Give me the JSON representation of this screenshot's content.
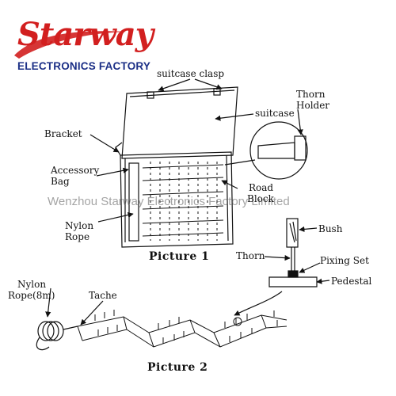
{
  "brand": {
    "name": "Starway",
    "subtitle": "ELECTRONICS FACTORY",
    "colors": {
      "wordmark": "#d21f1f",
      "subtitle": "#1b2f86"
    }
  },
  "watermark": "Wenzhou Starway Electronics Factory Limited",
  "picture1": {
    "caption": "Picture 1",
    "labels": {
      "suitcase_clasp": "suitcase clasp",
      "suitcase": "suitcase",
      "thorn_holder_line1": "Thorn",
      "thorn_holder_line2": "Holder",
      "bracket": "Bracket",
      "accessory_bag_line1": "Accessory",
      "accessory_bag_line2": "Bag",
      "road_block_line1": "Road",
      "road_block_line2": "Block",
      "nylon_rope_line1": "Nylon",
      "nylon_rope_line2": "Rope"
    }
  },
  "detail": {
    "labels": {
      "bush": "Bush",
      "thorn": "Thorn",
      "fixing_set": "Pixing Set",
      "pedestal": "Pedestal"
    }
  },
  "picture2": {
    "caption": "Picture 2",
    "labels": {
      "nylon_rope_line1": "Nylon",
      "nylon_rope_line2": "Rope(8m)",
      "tache": "Tache"
    }
  }
}
